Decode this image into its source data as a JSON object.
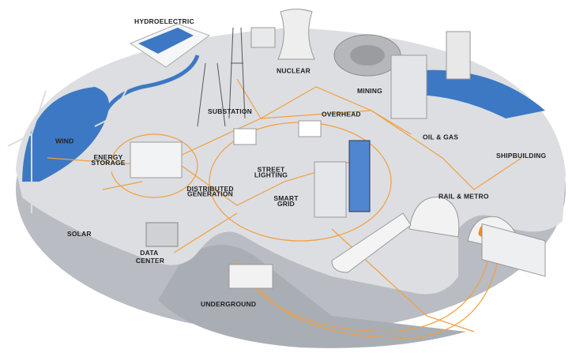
{
  "colors": {
    "surface": "#dcdee2",
    "side": "#b9bcc2",
    "water": "#3d78c4",
    "wire": "#f0a040",
    "label": "#222222"
  },
  "labels": {
    "hydroelectric": "HYDROELECTRIC",
    "nuclear": "NUCLEAR",
    "mining": "MINING",
    "overhead": "OVERHEAD",
    "substation": "SUBSTATION",
    "wind": "WIND",
    "energy_storage": [
      "ENERGY",
      "STORAGE"
    ],
    "oil_gas": "OIL & GAS",
    "shipbuilding": "SHIPBUILDING",
    "street_lighting": [
      "STREET",
      "LIGHTING"
    ],
    "distributed_generation": [
      "DISTRIBUTED",
      "GENERATION"
    ],
    "smart_grid": [
      "SMART",
      "GRID"
    ],
    "rail_metro": "RAIL & METRO",
    "solar": "SOLAR",
    "data_center": [
      "DATA",
      "CENTER"
    ],
    "underground": "UNDERGROUND"
  }
}
